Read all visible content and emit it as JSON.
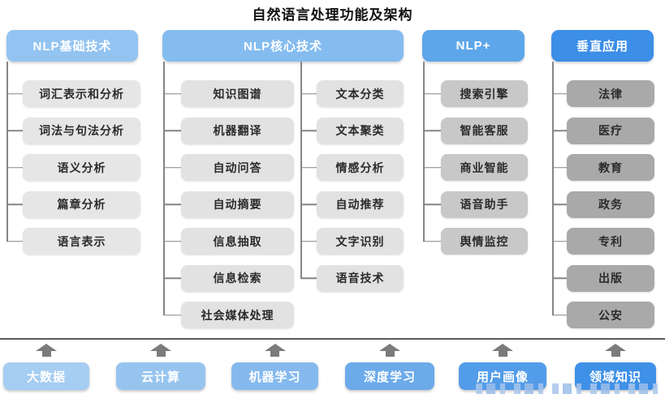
{
  "title": "自然语言处理功能及架构",
  "tree": {
    "col1": {
      "header": "NLP基础技术",
      "items": [
        "词汇表示和分析",
        "词法与句法分析",
        "语义分析",
        "篇章分析",
        "语言表示"
      ]
    },
    "col2": {
      "header": "NLP核心技术",
      "left_items": [
        "知识图谱",
        "机器翻译",
        "自动问答",
        "自动摘要",
        "信息抽取",
        "信息检索",
        "社会媒体处理"
      ],
      "right_items": [
        "文本分类",
        "文本聚类",
        "情感分析",
        "自动推荐",
        "文字识别",
        "语音技术"
      ]
    },
    "col3": {
      "header": "NLP+",
      "items": [
        "搜索引擎",
        "智能客服",
        "商业智能",
        "语音助手",
        "舆情监控"
      ]
    },
    "col4": {
      "header": "垂直应用",
      "items": [
        "法律",
        "医疗",
        "教育",
        "政务",
        "专利",
        "出版",
        "公安"
      ]
    }
  },
  "foundation": [
    "大数据",
    "云计算",
    "机器学习",
    "深度学习",
    "用户画像",
    "领域知识"
  ],
  "icons": {
    "up_arrow": "up-arrow"
  },
  "colors": {
    "header_col1": "#93c4f1",
    "header_col2": "#85bcf0",
    "header_col3": "#5ea6ea",
    "header_col4": "#3c8ee7",
    "box_col1": "#e6e6e6",
    "box_col2": "#e2e2e2",
    "box_col3": "#c8c8c8",
    "box_col4": "#a9a9a9",
    "foundation_boxes": [
      "#a6cdf2",
      "#97c4ef",
      "#85b9ee",
      "#6caaea",
      "#539ce9",
      "#3f90e7"
    ],
    "connector": "#858585",
    "arrow": "#7b7b7b",
    "divider": "#5a5a5a",
    "title_text": "#111111",
    "box_text": "#2b2b2b"
  }
}
